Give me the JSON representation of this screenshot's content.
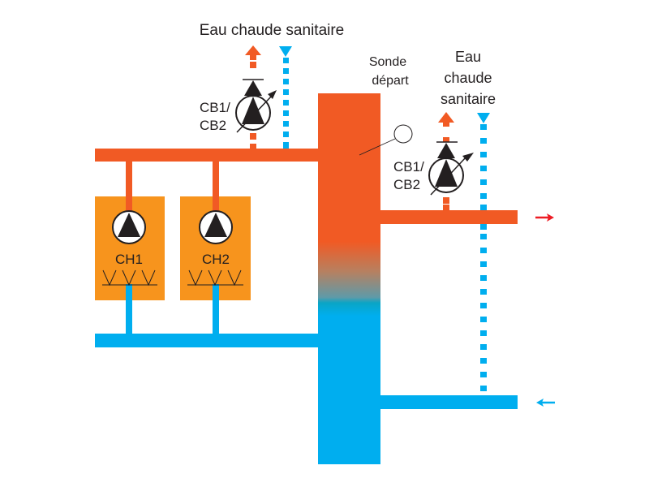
{
  "labels": {
    "dhw_top": "Eau chaude sanitaire",
    "dhw_right_lines": [
      "Eau",
      "chaude",
      "sanitaire"
    ],
    "sensor_lines": [
      "Sonde",
      "départ"
    ],
    "pump_left_lines": [
      "CB1/",
      "CB2"
    ],
    "pump_right_lines": [
      "CB1/",
      "CB2"
    ],
    "boiler_1": "CH1",
    "boiler_2": "CH2"
  },
  "colors": {
    "hot": "#f15a24",
    "boiler_box": "#f7941d",
    "cold": "#00aeef",
    "mix_teal": "#0aa5c5",
    "symbol": "#231f20",
    "flow_out_arrow": "#ed1c24",
    "flow_in_arrow": "#00aeef"
  },
  "components": [
    {
      "id": "boiler-ch1",
      "type": "boiler",
      "label_ref": "boiler_1"
    },
    {
      "id": "boiler-ch2",
      "type": "boiler",
      "label_ref": "boiler_2"
    },
    {
      "id": "hydraulic-separator",
      "type": "bottle",
      "gradient": "hot-to-cold"
    },
    {
      "id": "pump-cb-left",
      "type": "variable-speed-pump",
      "label_ref": "pump_left_lines"
    },
    {
      "id": "pump-cb-right",
      "type": "variable-speed-pump",
      "label_ref": "pump_right_lines"
    },
    {
      "id": "flow-sensor",
      "type": "sensor",
      "label_ref": "sensor_lines"
    }
  ]
}
